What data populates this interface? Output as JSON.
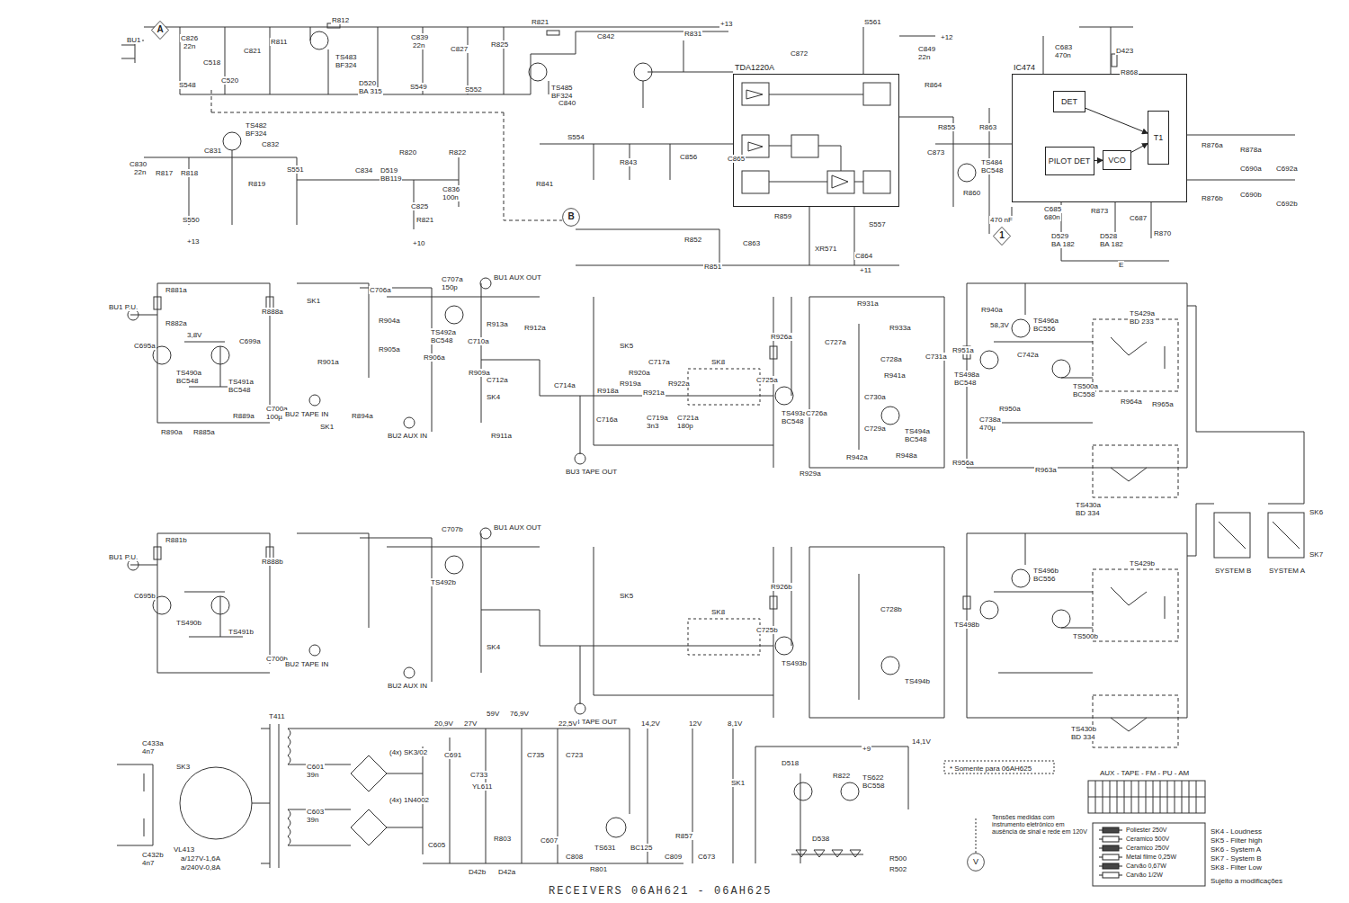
{
  "diagram": {
    "caption": "RECEIVERS 06AH621 - 06AH625",
    "nodes": [
      {
        "text": [
          "A"
        ]
      },
      {
        "text": [
          "B"
        ]
      },
      {
        "text": [
          "1"
        ]
      },
      {
        "text": [
          "TDA1220A"
        ]
      },
      {
        "text": [
          "IC474"
        ]
      },
      {
        "text": [
          "DET"
        ],
        "in": 4
      },
      {
        "text": [
          "PILOT DET"
        ],
        "in": 4
      },
      {
        "text": [
          "VCO"
        ],
        "in": 4
      },
      {
        "text": [
          "T1"
        ],
        "in": 4
      },
      {
        "text": [
          "V"
        ]
      }
    ],
    "edges": [
      {
        "from": 6,
        "to": 7,
        "arrow": "to"
      },
      {
        "from": 7,
        "to": 8,
        "arrow": "to"
      },
      {
        "from": 5,
        "to": 8,
        "arrow": "to"
      }
    ],
    "labels": [
      "BU1",
      "C826",
      "22n",
      "C821",
      "R811",
      "R812",
      "TS483",
      "BF324",
      "C839",
      "22n",
      "C827",
      "R825",
      "R821",
      "TS485",
      "BF324",
      "C842",
      "R831",
      "+13",
      "C872",
      "+12",
      "S561",
      "C849",
      "22n",
      "C683",
      "470n",
      "D423",
      "R868",
      "S548",
      "C518",
      "C520",
      "D520",
      "BA 315",
      "S549",
      "S552",
      "C840",
      "TS482",
      "BF324",
      "C830",
      "22n",
      "R817",
      "R818",
      "C831",
      "C832",
      "R819",
      "S551",
      "C834",
      "D519",
      "BB119",
      "R820",
      "R822",
      "C836",
      "100n",
      "C825",
      "R821",
      "S550",
      "+13",
      "+10",
      "S554",
      "R843",
      "R841",
      "C856",
      "C865",
      "R852",
      "R851",
      "C863",
      "XR571",
      "C864",
      "+11",
      "S557",
      "R859",
      "R864",
      "R855",
      "C873",
      "R863",
      "TS484",
      "BC548",
      "R860",
      "470 nF",
      "C685",
      "680n",
      "R873",
      "C687",
      "D529",
      "BA 182",
      "D528",
      "BA 182",
      "R870",
      "E",
      "R876a",
      "R878a",
      "C690a",
      "C692a",
      "R876b",
      "C690b",
      "C692b",
      "BU1 P.U.",
      "R881a",
      "R882a",
      "C695a",
      "3,8V",
      "TS490a",
      "BC548",
      "TS491a",
      "BC548",
      "R888a",
      "C699a",
      "C700a",
      "100µ",
      "R890a",
      "R885a",
      "R889a",
      "SK1",
      "BU2 TAPE IN",
      "R901a",
      "SK1",
      "BU2 AUX IN",
      "R894a",
      "C706a",
      "R904a",
      "R905a",
      "C707a",
      "150p",
      "TS492a",
      "BC548",
      "BU1 AUX OUT",
      "R913a",
      "R912a",
      "C710a",
      "R906a",
      "R909a",
      "C712a",
      "SK4",
      "C714a",
      "R911a",
      "BU3 TAPE OUT",
      "C716a",
      "SK5",
      "C717a",
      "R920a",
      "R918a",
      "R919a",
      "R921a",
      "R922a",
      "C719a",
      "3n3",
      "C721a",
      "180p",
      "SK8",
      "R926a",
      "C725a",
      "TS493a",
      "BC548",
      "C726a",
      "R929a",
      "R931a",
      "R933a",
      "C727a",
      "C728a",
      "C731a",
      "R941a",
      "C730a",
      "TS494a",
      "BC548",
      "C729a",
      "R942a",
      "R948a",
      "R940a",
      "R951a",
      "58,3V",
      "TS496a",
      "BC556",
      "TS498a",
      "BC548",
      "C742a",
      "TS500a",
      "BC558",
      "TS429a",
      "BD 233",
      "C738a",
      "470µ",
      "R950a",
      "R956a",
      "R963a",
      "R964a",
      "TS430a",
      "BD 334",
      "R965a",
      "BU1 P.U.",
      "R881b",
      "C695b",
      "TS490b",
      "TS491b",
      "R888b",
      "C700b",
      "BU2 TAPE IN",
      "BU2 AUX IN",
      "C707b",
      "TS492b",
      "BU1 AUX OUT",
      "BU3 TAPE OUT",
      "SK4",
      "SK5",
      "SK8",
      "R926b",
      "C725b",
      "TS493b",
      "C728b",
      "TS494b",
      "TS496b",
      "BC556",
      "TS498b",
      "TS500b",
      "TS429b",
      "TS430b",
      "BD 334",
      "SK6",
      "SK7",
      "SYSTEM B",
      "SYSTEM A",
      "SK3",
      "C433a",
      "4n7",
      "C432b",
      "4n7",
      "VL413",
      "a/127V-1,6A",
      "a/240V-0,8A",
      "T411",
      "C601",
      "39n",
      "C603",
      "39n",
      "(4x) 1N4002",
      "(4x) SK3/02",
      "C605",
      "20,9V",
      "27V",
      "59V",
      "76,9V",
      "22,5V",
      "C691",
      "C733",
      "YL611",
      "C735",
      "C723",
      "C607",
      "D42b",
      "D42a",
      "R803",
      "C808",
      "R801",
      "TS631",
      "BC125",
      "C809",
      "14,2V",
      "12V",
      "8,1V",
      "R857",
      "C673",
      "SK1",
      "D518",
      "R822",
      "TS622",
      "BC558",
      "+9",
      "14,1V",
      "D538",
      "R500",
      "R502",
      "* Somente para 06AH625",
      "AUX - TAPE - FM - PU - AM",
      "SK4 - Loudness",
      "SK5 - Filter high",
      "SK6 - System A",
      "SK7 - System B",
      "SK8 - Filter Low",
      "Sujeito a modificações",
      "Tensões medidas com instrumento eletrônico em ausência de sinal e rede em 120V"
    ],
    "legend": [
      {
        "text": "Poliester 250V"
      },
      {
        "text": "Ceramico 500V"
      },
      {
        "text": "Ceramico 250V"
      },
      {
        "text": "Metal filme 0,25W"
      },
      {
        "text": "Carvão 0,67W"
      },
      {
        "text": "Carvão 1/2W"
      }
    ]
  }
}
